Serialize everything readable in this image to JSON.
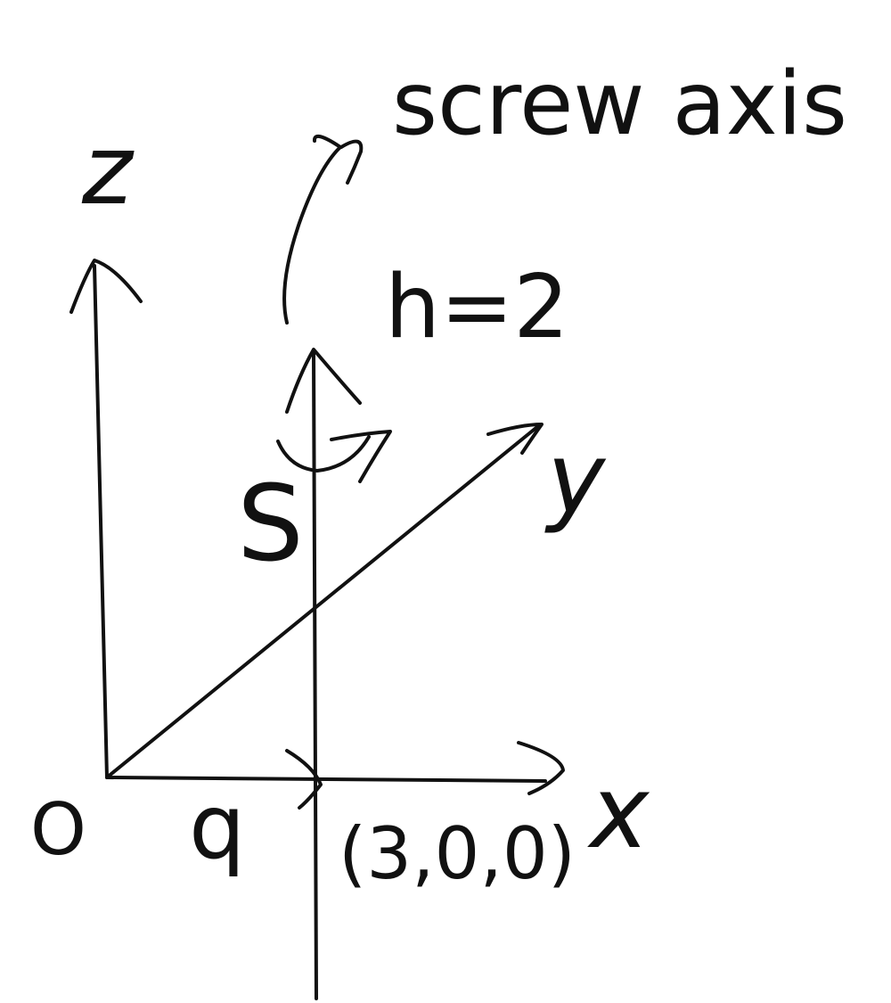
{
  "labels": {
    "screw_axis": "screw axis",
    "z_axis": "z",
    "y_axis": "y",
    "x_axis": "x",
    "origin": "O",
    "pitch": "h=2",
    "screw": "S",
    "q_point": "q",
    "q_coords": "(3,0,0)"
  },
  "colors": {
    "ink": "#111111",
    "background": "#ffffff"
  }
}
